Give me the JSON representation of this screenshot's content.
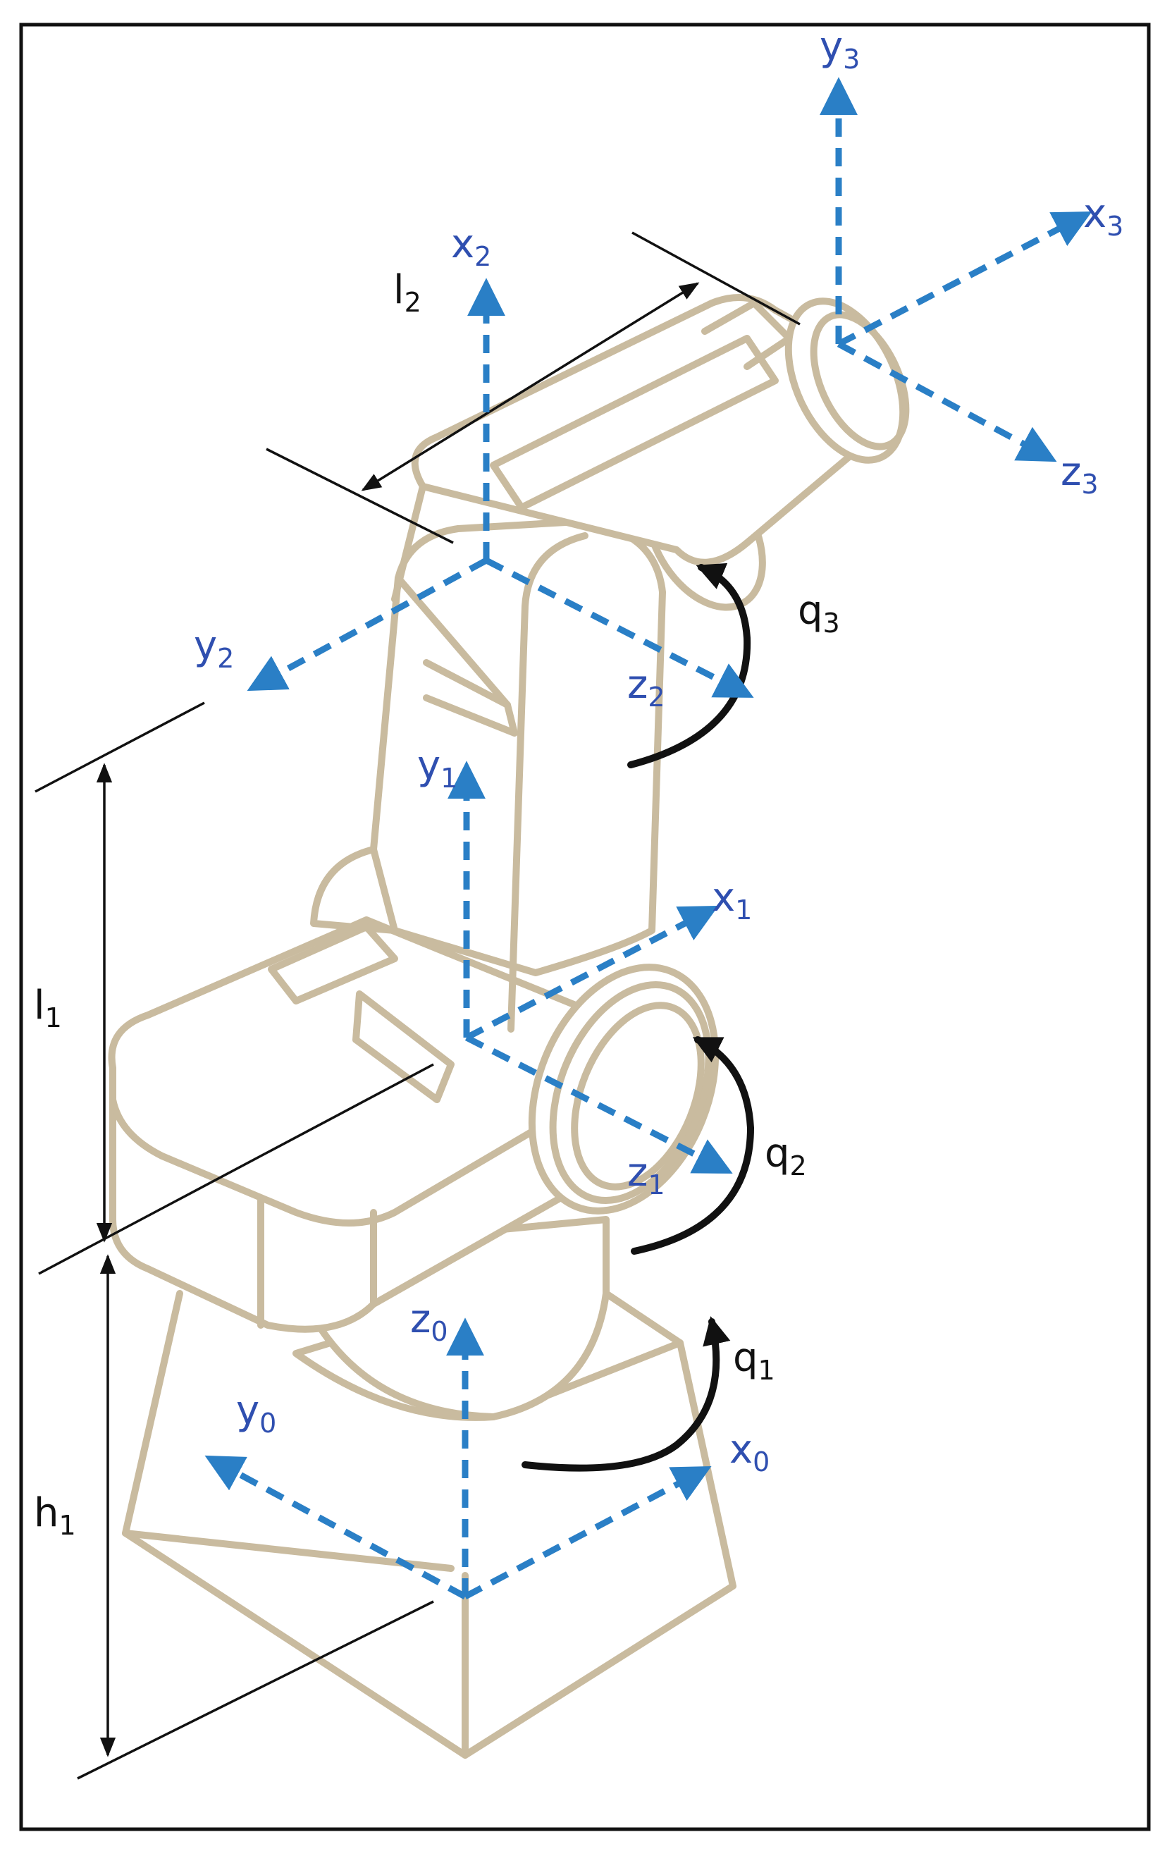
{
  "frame_labels": {
    "y3": {
      "base": "y",
      "sub": "3"
    },
    "x3": {
      "base": "x",
      "sub": "3"
    },
    "z3": {
      "base": "z",
      "sub": "3"
    },
    "x2": {
      "base": "x",
      "sub": "2"
    },
    "y2": {
      "base": "y",
      "sub": "2"
    },
    "z2": {
      "base": "z",
      "sub": "2"
    },
    "y1": {
      "base": "y",
      "sub": "1"
    },
    "x1": {
      "base": "x",
      "sub": "1"
    },
    "z1": {
      "base": "z",
      "sub": "1"
    },
    "z0": {
      "base": "z",
      "sub": "0"
    },
    "y0": {
      "base": "y",
      "sub": "0"
    },
    "x0": {
      "base": "x",
      "sub": "0"
    }
  },
  "joint_labels": {
    "q1": {
      "base": "q",
      "sub": "1"
    },
    "q2": {
      "base": "q",
      "sub": "2"
    },
    "q3": {
      "base": "q",
      "sub": "3"
    }
  },
  "dimension_labels": {
    "l1": {
      "base": "l",
      "sub": "1"
    },
    "l2": {
      "base": "l",
      "sub": "2"
    },
    "h1": {
      "base": "h",
      "sub": "1"
    }
  },
  "colors": {
    "axis": "#2a7fc6",
    "label_blue": "#2f4fb0",
    "robot_outline": "#c9bb9f",
    "dimension": "#111111"
  }
}
